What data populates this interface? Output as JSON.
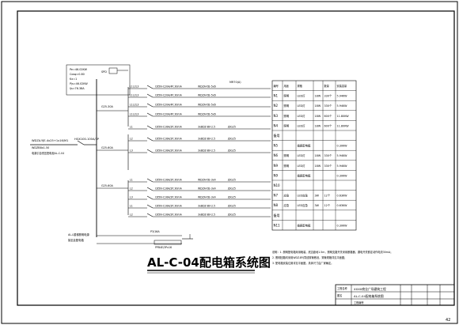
{
  "title": "AL-C-04配电箱系统图",
  "incoming": {
    "params": [
      "Pe=46.02KW",
      "Cosφ=0.80",
      "Kx=1",
      "Pjs=46.02KW",
      "Ijs=76.38A"
    ],
    "cable": "WDZA-YJE-4x25+1x16/M1",
    "conduit": "WDZB8x1.50",
    "note": "电源引自低压配电柜AL-C-04",
    "main_breaker": "HGX100-100A/3P",
    "spd": "SPD"
  },
  "group_breakers": [
    "G25-30A",
    "G25-60A",
    "G25-60A"
  ],
  "upper_meter": "MR70(A)",
  "branches": [
    {
      "phase": "L1L2L3",
      "breaker": "C65N-C20A/4P,30mA",
      "cable": "WDZA-YJE-5x6"
    },
    {
      "phase": "L1L2L3",
      "breaker": "C65N-C20A/4P,30mA",
      "cable": "WDZA-YJE-5x6"
    },
    {
      "phase": "L1L2L3",
      "breaker": "C65N-C20A/4P,30mA",
      "cable": "WDZA-YJE-5x6"
    },
    {
      "phase": "L1L2L3",
      "breaker": "C65N-C20A/4P,30mA",
      "cable": "WDZA-YJE-5x6"
    },
    {
      "phase": "L1",
      "breaker": "C65N-C16A/2P,30mA",
      "cable": "3xBDZ-BV-2.5",
      "pipe": "JDG25"
    },
    {
      "phase": "L2",
      "breaker": "C65N-C16A/2P,30mA",
      "cable": "3xBDZ-BV-2.5",
      "pipe": "JDG25"
    },
    {
      "phase": "L3",
      "breaker": "C65N-C16A/2P,30mA",
      "cable": "3xBDZ-BV-2.5",
      "pipe": "JDG25"
    },
    {
      "phase": "L1",
      "breaker": "C65N-C16A/2P,30mA",
      "cable": "WDZA-YJE-3x4",
      "pipe": "JDG25"
    },
    {
      "phase": "L2",
      "breaker": "C65N-C16A/2P,30mA",
      "cable": "WDZA-YJE-3x4",
      "pipe": "JDG25"
    },
    {
      "phase": "L3",
      "breaker": "C65N-C16A/2P,30mA",
      "cable": "WDZA-YJE-3x4",
      "pipe": "JDG25"
    },
    {
      "phase": "L1",
      "breaker": "C65N-C16A/2P,30mA",
      "cable": "3xBDZ-BV-2.5",
      "pipe": "JDG25"
    },
    {
      "phase": "L2",
      "breaker": "C65N-C16A/2P,30mA",
      "cable": "3xBDZ-BV-2.5",
      "pipe": "JDG25"
    }
  ],
  "bottom_left": {
    "label": "AL-L楼梯照明电源",
    "label2": "接至此配电箱",
    "breaker": "P3/16A",
    "device": "PPB4E/3Px16"
  },
  "table": {
    "headers": [
      "编号",
      "用途",
      "规格",
      "数量",
      "安装容量"
    ],
    "rows": [
      [
        "N1",
        "照明",
        "LED灯",
        "18W",
        "330个",
        "5.94KW"
      ],
      [
        "N2",
        "照明",
        "LED灯",
        "18W",
        "330个",
        "5.94KW"
      ],
      [
        "N3",
        "照明",
        "LED灯",
        "18W",
        "600个",
        "11.80KW"
      ],
      [
        "N4",
        "照明",
        "LED灯",
        "18W",
        "600个",
        "11.80KW"
      ],
      [
        "备用",
        "",
        "",
        "",
        "",
        ""
      ],
      [
        "N5",
        "",
        "插座配电箱",
        "",
        "",
        "0.30KW"
      ],
      [
        "N6",
        "照明",
        "LED灯",
        "18W",
        "330个",
        "5.94KW"
      ],
      [
        "N9",
        "照明",
        "LED灯",
        "18W",
        "330个",
        "5.94KW"
      ],
      [
        "N9",
        "",
        "插座配电箱",
        "",
        "",
        "0.30KW"
      ],
      [
        "N10",
        "",
        "",
        "",
        "",
        ""
      ],
      [
        "N7",
        "应急",
        "LED应急",
        "3W",
        "12个",
        "0.63KW"
      ],
      [
        "N8",
        "应急",
        "LED应急",
        "3W",
        "12个",
        "0.63KW"
      ],
      [
        "备用",
        "",
        "",
        "",
        "",
        ""
      ],
      [
        "N11",
        "",
        "插座配电箱",
        "",
        "",
        "0.30KW"
      ]
    ]
  },
  "notes": [
    "说明：1. 照明配电箱采用暗装，底边距地1.5m，照明支路开关采用断路器，漏电开关额定动作电流30mA；",
    "2. 照明回路均采用WDZ-BYJ导线穿管敷设，穿管规格详见平面图；",
    "3. 配电箱安装位置详见平面图，具体尺寸由厂家确定。"
  ],
  "title_block": {
    "project_label": "工程名称",
    "project": "XXXX商业广场建筑工程",
    "drawing_label": "图名",
    "drawing": "AL-C-04配电箱系统图",
    "number_label": "工程编号",
    "sheet": "42"
  }
}
